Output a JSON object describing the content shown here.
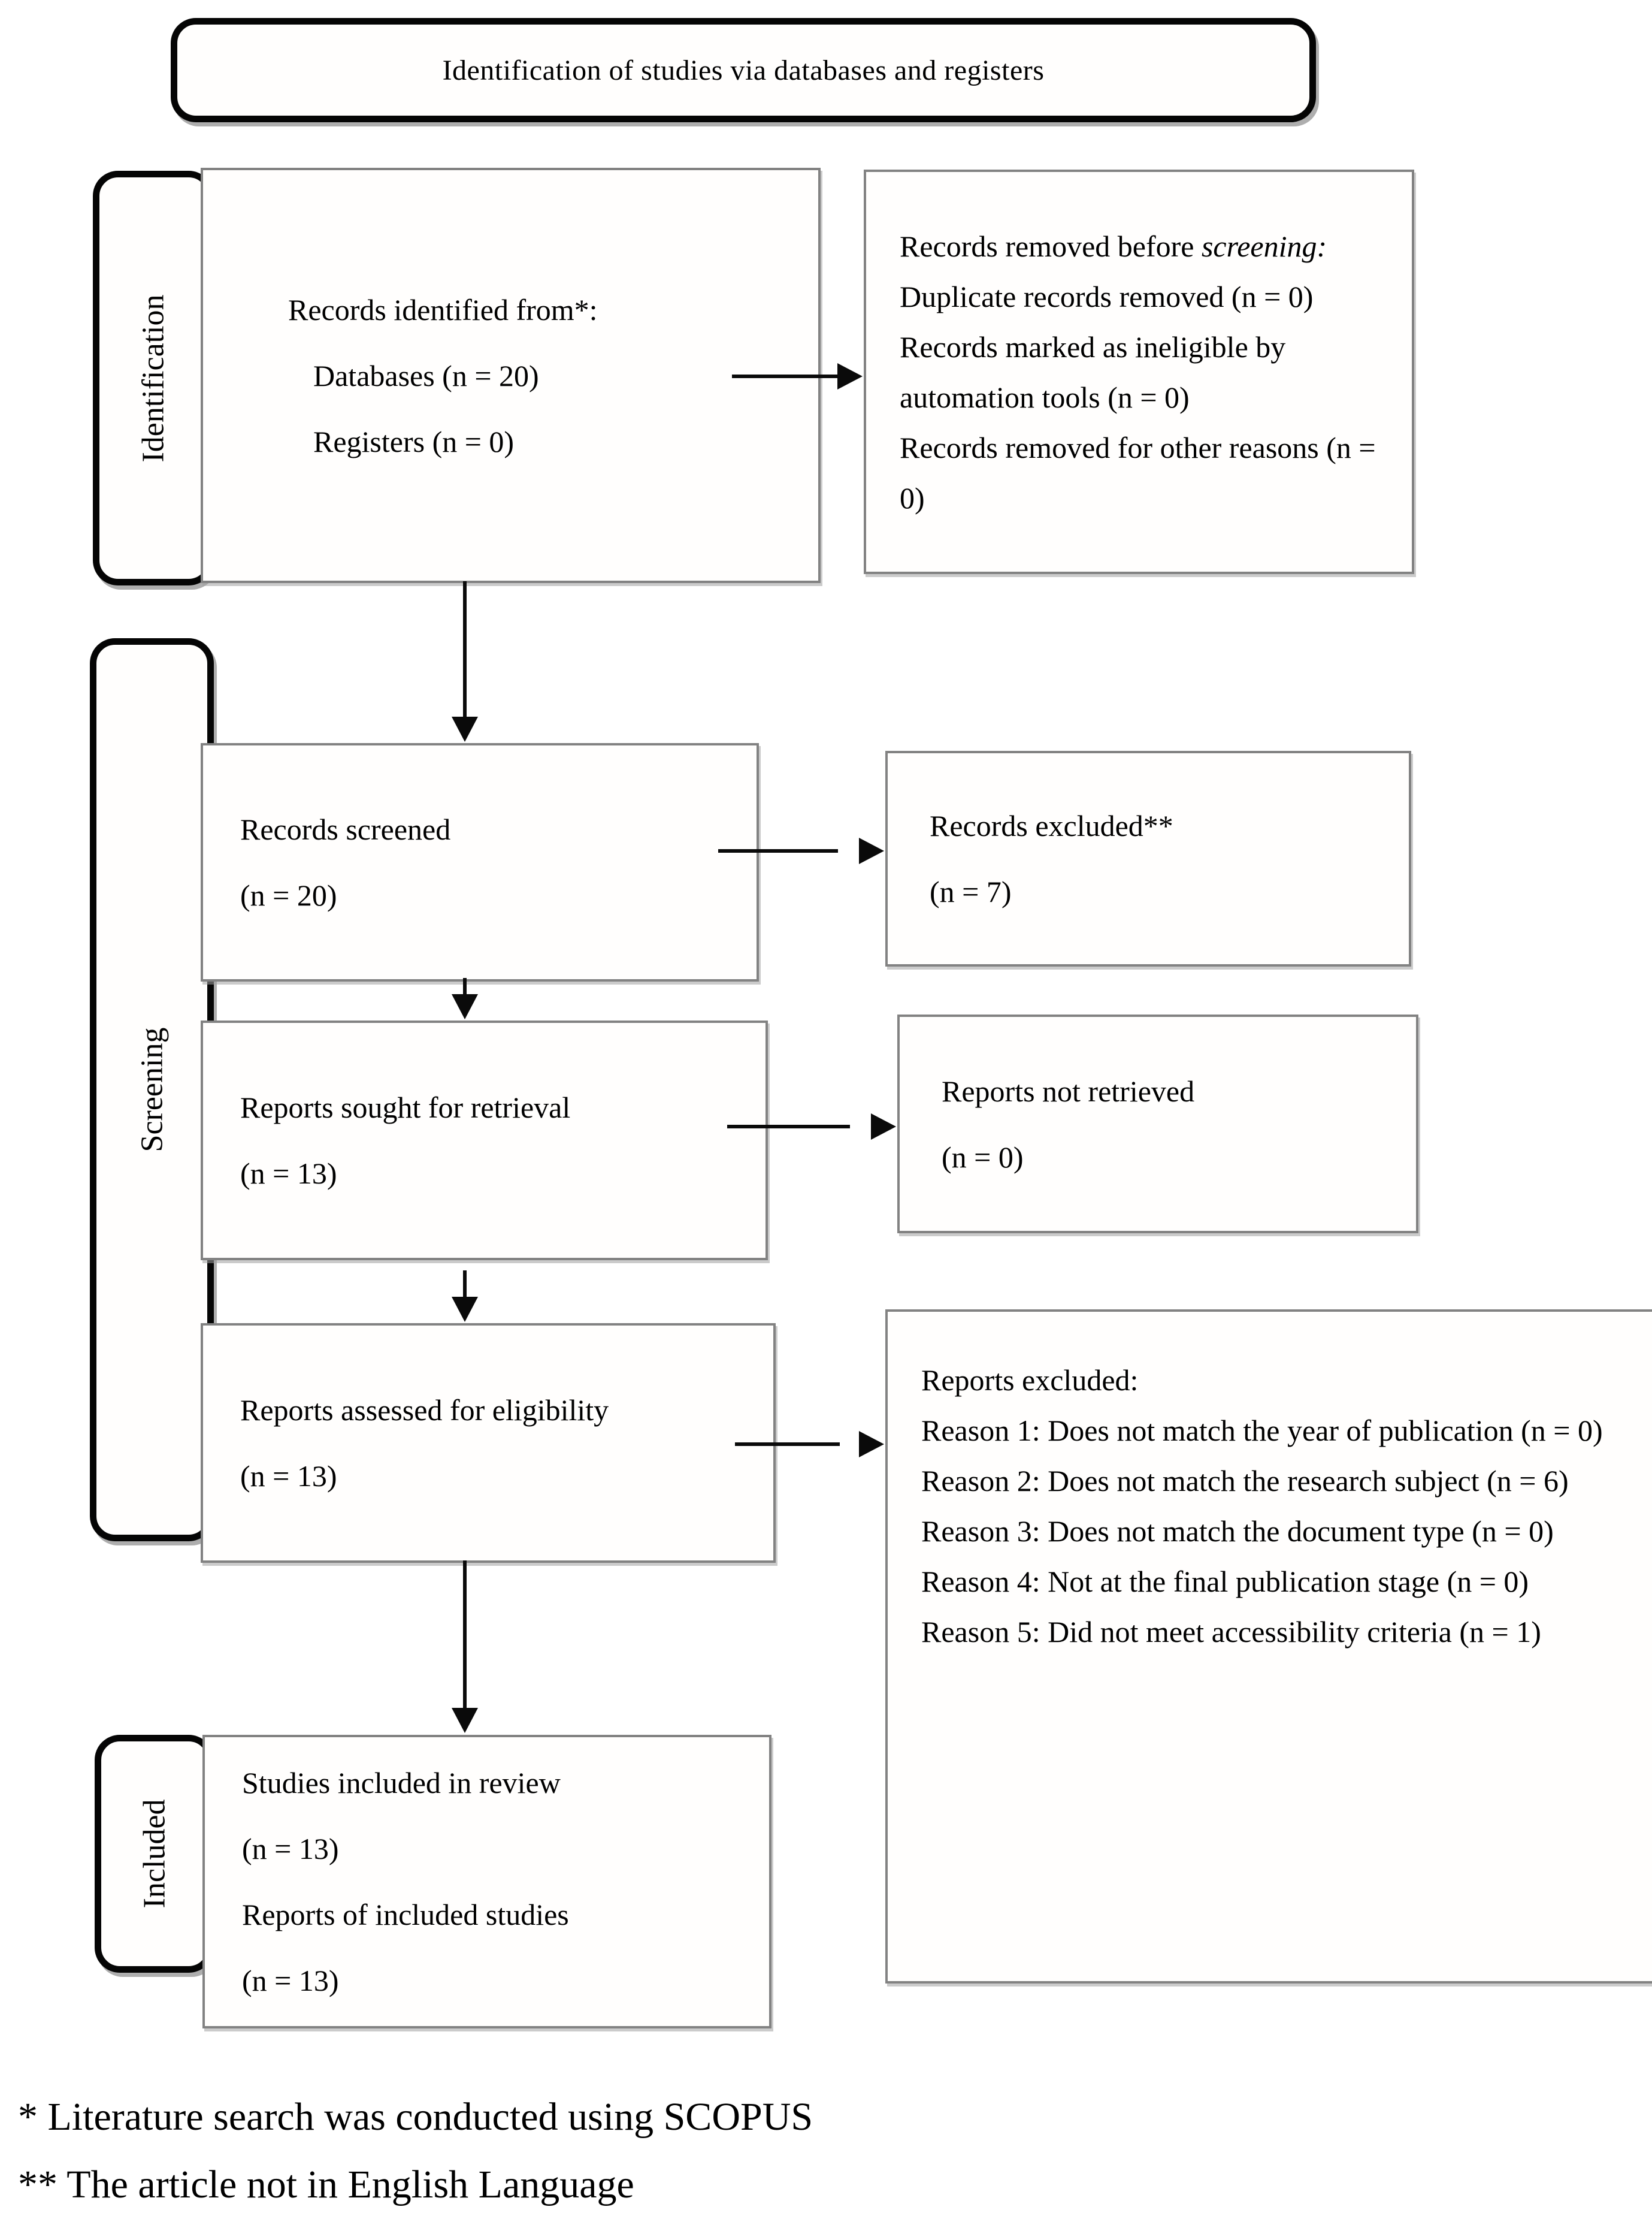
{
  "title": "Identification of studies via databases and registers",
  "stages": {
    "identification": "Identification",
    "screening": "Screening",
    "included": "Included"
  },
  "boxes": {
    "records_identified": {
      "line1": "Records identified from*:",
      "line2": "Databases (n = 20)",
      "line3": "Registers (n = 0)"
    },
    "records_removed": {
      "part1": "Records removed before ",
      "italic_word": "screening:",
      "part2": "\nDuplicate records removed (n = 0)\nRecords marked as ineligible by automation tools (n = 0)\nRecords removed for other reasons (n = 0)"
    },
    "records_screened": {
      "line1": "Records screened",
      "line2": "(n = 20)"
    },
    "records_excluded": {
      "line1": "Records excluded**",
      "line2": "(n = 7)"
    },
    "reports_sought": {
      "line1": "Reports sought for retrieval",
      "line2": "(n = 13)"
    },
    "reports_not_retrieved": {
      "line1": "Reports not retrieved",
      "line2": "(n = 0)"
    },
    "reports_assessed": {
      "line1": "Reports assessed for eligibility",
      "line2": "(n = 13)"
    },
    "reports_excluded": {
      "header": "Reports excluded:",
      "reasons": [
        "Reason 1: Does not match the year of publication (n = 0)",
        "Reason 2: Does not match the research subject (n = 6)",
        "Reason 3: Does not match the document type (n = 0)",
        "Reason 4: Not at the final publication stage (n = 0)",
        "Reason 5: Did not meet accessibility criteria (n = 1)"
      ]
    },
    "studies_included": {
      "line1": "Studies included in review",
      "line2": "(n = 13)",
      "line3": "Reports of included studies",
      "line4": "(n = 13)"
    }
  },
  "footnotes": {
    "first": "* Literature search was conducted using SCOPUS",
    "second": "** The article not in English Language"
  },
  "colors": {
    "background": "#ffffff",
    "text": "#000000",
    "pillar_border": "#050505",
    "flow_box_border": "#828282",
    "arrow": "#0a0a0a"
  }
}
